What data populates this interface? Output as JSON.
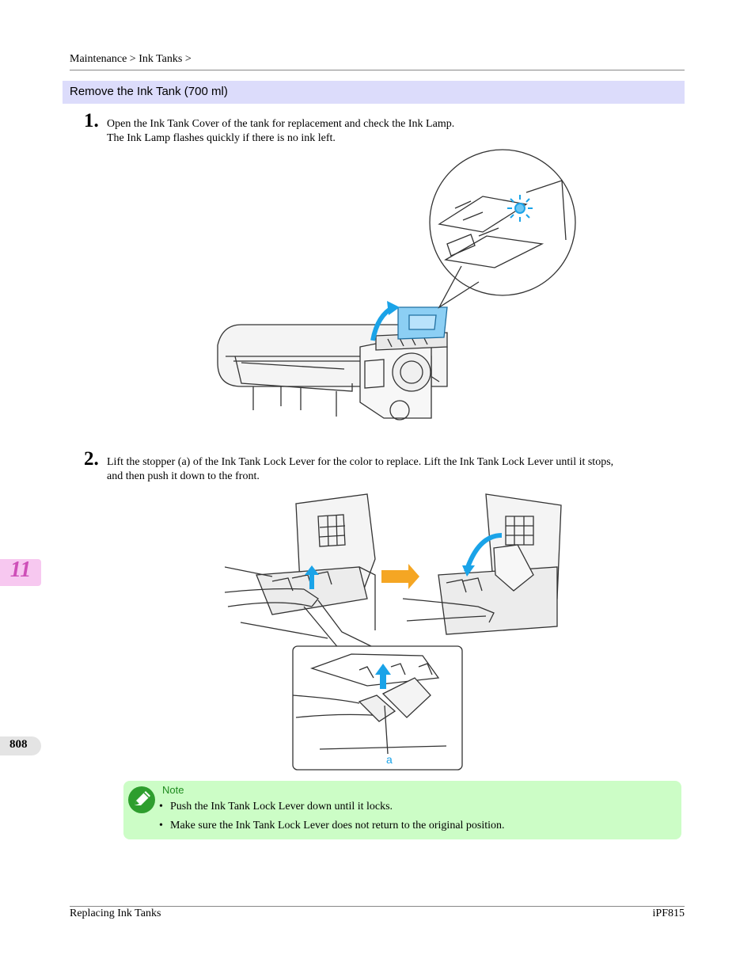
{
  "header": {
    "breadcrumb": "Maintenance > Ink Tanks >"
  },
  "section": {
    "title": "Remove the Ink Tank (700 ml)"
  },
  "steps": [
    {
      "number": "1.",
      "lines": [
        "Open the Ink Tank Cover of the tank for replacement and check the Ink Lamp.",
        "The Ink Lamp flashes quickly if there is no ink left."
      ]
    },
    {
      "number": "2.",
      "lines": [
        "Lift the stopper (a) of the Ink Tank Lock Lever for the color to replace. Lift the Ink Tank Lock Lever until it stops,",
        "and then push it down to the front."
      ]
    }
  ],
  "figure2": {
    "callout_label": "a"
  },
  "side_tabs": {
    "chapter": "11",
    "page": "808"
  },
  "note": {
    "label": "Note",
    "items": [
      "Push the Ink Tank Lock Lever down until it locks.",
      "Make sure the Ink Tank Lock Lever does not return to the original position."
    ]
  },
  "footer": {
    "left": "Replacing Ink Tanks",
    "right": "iPF815"
  },
  "colors": {
    "section_bar": "#dcdcfb",
    "note_bg": "#ccfdc6",
    "chapter_tab": "#f7c8f0",
    "accent_blue": "#1aa3e8",
    "arrow_orange": "#f5a623"
  }
}
